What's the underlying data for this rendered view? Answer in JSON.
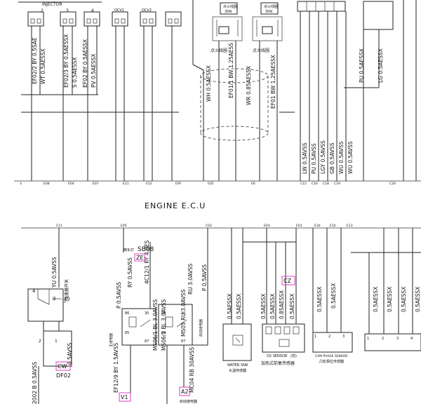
{
  "upper": {
    "injector_label": "INJECTOR",
    "connectors": [
      {
        "pin": "2"
      },
      {
        "pin": "3"
      },
      {
        "pin": "4"
      },
      {
        "pin": "OCV1"
      },
      {
        "pin": "OCV2"
      }
    ],
    "ignition_coils": [
      {
        "label": "点火线圈",
        "sub": "30N"
      },
      {
        "label": "点火线圈",
        "sub": "30N"
      }
    ],
    "coil_captions": [
      "点火线圈",
      "点火线圈"
    ],
    "wire_labels": [
      "EF02/2 BY 0.5SAE",
      "WT 0.5AESSX",
      "EF02/3 BY 0.5AESSX",
      "S 0.5AESSX",
      "EF02 BY 0.5AESSX",
      "PV 0.5AESSX",
      "WH 0.5AESSX",
      "EF01/1 BW 1.25AESS",
      "WR 0.85AESSX",
      "EF01 BW 1.25AESSX",
      "PU 0.5AESSX",
      "LG 0.5AESSX",
      "LW 0.5AVSS",
      "PU 0.5AVSS",
      "LGY 0.5AVSS",
      "GB 0.5AVSS",
      "WU 0.5AVSS",
      "WU 0.5AVSS"
    ],
    "bottom_pins": [
      "3",
      "E08",
      "E04",
      "E07",
      "E11",
      "E12",
      "E6F",
      "E05",
      "E6",
      "C15",
      "C16",
      "C18",
      "C19",
      "C20"
    ]
  },
  "ecu_title": "ENGINE  E.C.U",
  "lower": {
    "top_pins": [
      "C11",
      "E05",
      "C02",
      "E03",
      "E01",
      "E16",
      "E10",
      "E13"
    ],
    "sb08": "SB08",
    "sb08_prefix": "倒车灯",
    "tag_ze": "ZE",
    "tag_cz": "CZ",
    "tag_cw": "CW",
    "tag_v1": "V1",
    "tag_a2": "A2",
    "df02": "DF02",
    "wire_labels": [
      "YU 0.5AVSS",
      "P 0.5AVSS",
      "RY 0.5AVSS",
      "4C12/1 RY 4.0ES",
      "RU 3.0AVSS",
      "P 0.5AVSS",
      "0.5AESSX",
      "0.5AESSX",
      "0.5AESSX",
      "0.5AESSX",
      "0.85AESSX",
      "0.5AESSX",
      "0.5AESSX",
      "0.5AESSX",
      "0.5AESSX",
      "0.5AESSX",
      "0.5AESSX",
      "0.5AESSX",
      "0.5AVSS",
      "2002 B 0.5AVSS",
      "EF12/9 BY 1.5AVSS",
      "MS06/1 BL 3.0AVSS",
      "MS06/1 BL 3.0AVSS",
      "MS05 RU 3.0AVSS",
      "MC04 RB 30AVSS"
    ],
    "relay_pins_a": [
      "86",
      "85",
      "30",
      "87"
    ],
    "relay_pins_b": [
      "86",
      "85",
      "30",
      "87"
    ],
    "switch_pins": [
      "4",
      "3",
      "7"
    ],
    "switch_caption": "变速器开关",
    "lower_pins": [
      "2",
      "1"
    ],
    "sensor_captions": {
      "water": "WATER SNR",
      "water_cn": "水温传感器",
      "o2": "O2 SENSOR",
      "o2_front": "(前)",
      "o2_cn": "加热式前氧传感器",
      "cam": "CAM PHASE SENSOR",
      "cam_cn": "凸轮相位传感器"
    },
    "relay_caption": "主继电器",
    "starter_caption": "启动继电器",
    "pin_labels_bottom": [
      "1",
      "2",
      "3",
      "4"
    ],
    "misc_pins": [
      "1",
      "2",
      "3"
    ]
  }
}
